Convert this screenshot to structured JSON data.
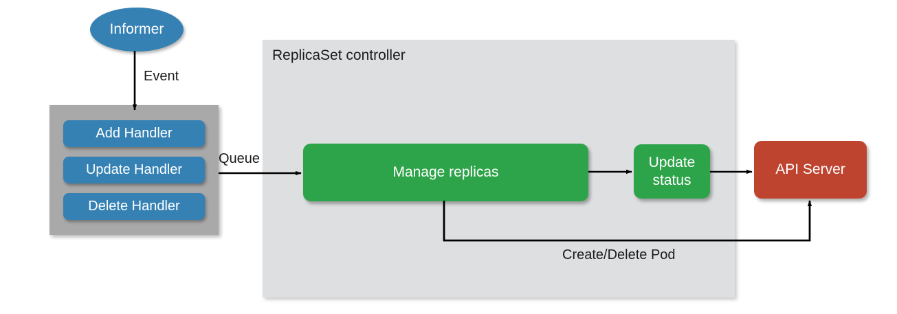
{
  "diagram": {
    "title_text": "ReplicaSet controller",
    "source_node": {
      "label": "Informer",
      "shape": "ellipse",
      "color": "#3581b4"
    },
    "handlers_group": {
      "color": "#a9a9a9",
      "items": [
        {
          "label": "Add Handler",
          "color": "#3581b4"
        },
        {
          "label": "Update Handler",
          "color": "#3581b4"
        },
        {
          "label": "Delete Handler",
          "color": "#3581b4"
        }
      ]
    },
    "container": {
      "label": "ReplicaSet controller",
      "color": "#dedfe1"
    },
    "process_boxes": [
      {
        "label": "Manage replicas",
        "color": "#2ea44a"
      },
      {
        "label": "Update\nstatus",
        "line1": "Update",
        "line2": "status",
        "color": "#2ea44a"
      },
      {
        "label": "API Server",
        "color": "#bf4430"
      }
    ],
    "edges": [
      {
        "label": "Event",
        "from": "Informer",
        "to": "Add Handler"
      },
      {
        "label": "Queue",
        "from": "Handlers",
        "to": "Manage replicas"
      },
      {
        "label": "",
        "from": "Manage replicas",
        "to": "Update status"
      },
      {
        "label": "",
        "from": "Update status",
        "to": "API Server"
      },
      {
        "label": "Create/Delete Pod",
        "from": "Manage replicas",
        "to": "API Server"
      }
    ],
    "edge_labels": {
      "event": "Event",
      "queue": "Queue",
      "create_delete_pod": "Create/Delete Pod"
    },
    "colors": {
      "blue": "#3581b4",
      "green": "#2ea44a",
      "red": "#bf4430",
      "gray_group": "#a9a9a9",
      "gray_container": "#dedfe1",
      "line": "#000000",
      "text_dark": "#1b1b1b",
      "text_light": "#ffffff"
    }
  }
}
